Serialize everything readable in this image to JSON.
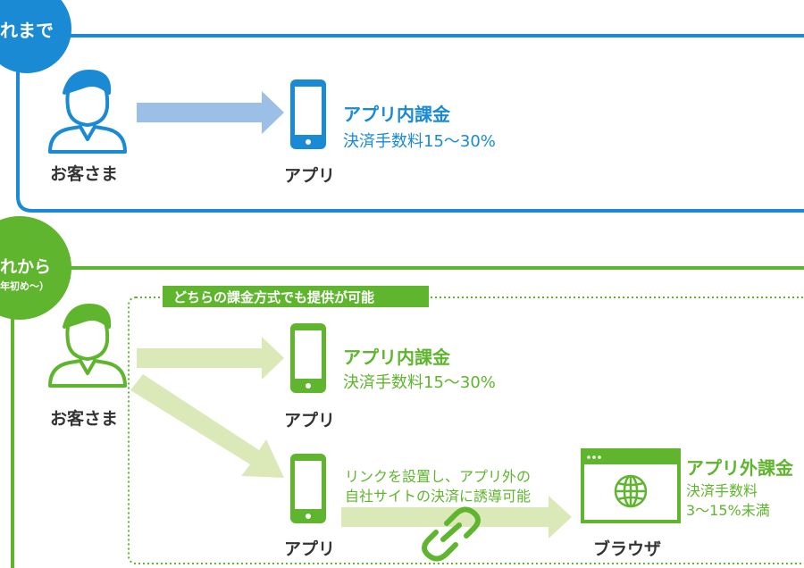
{
  "colors": {
    "blue": "#1a8ad4",
    "blue_arrow": "#9bbfe6",
    "green": "#5fb52e",
    "green_arrow": "#dbe9b8",
    "dark_text": "#333333"
  },
  "before": {
    "tag": "れまで",
    "customer_label": "お客さま",
    "customer_icon": "person-icon",
    "app_label": "アプリ",
    "app_icon": "smartphone-icon",
    "billing_title": "アプリ内課金",
    "billing_fee": "決済手数料15〜30%"
  },
  "after": {
    "tag_line1": "れから",
    "tag_line2": "年初め〜）",
    "banner": "どちらの課金方式でも提供が可能",
    "customer_label": "お客さま",
    "customer_icon": "person-icon",
    "app_label_1": "アプリ",
    "app_label_2": "アプリ",
    "billing_title": "アプリ内課金",
    "billing_fee": "決済手数料15〜30%",
    "link_note_line1": "リンクを設置し、アプリ外の",
    "link_note_line2": "自社サイトの決済に誘導可能",
    "link_icon": "chain-link-icon",
    "browser_icon": "browser-globe-icon",
    "browser_label": "ブラウザ",
    "external_title": "アプリ外課金",
    "external_fee_line1": "決済手数料",
    "external_fee_line2": "3〜15%未満"
  }
}
